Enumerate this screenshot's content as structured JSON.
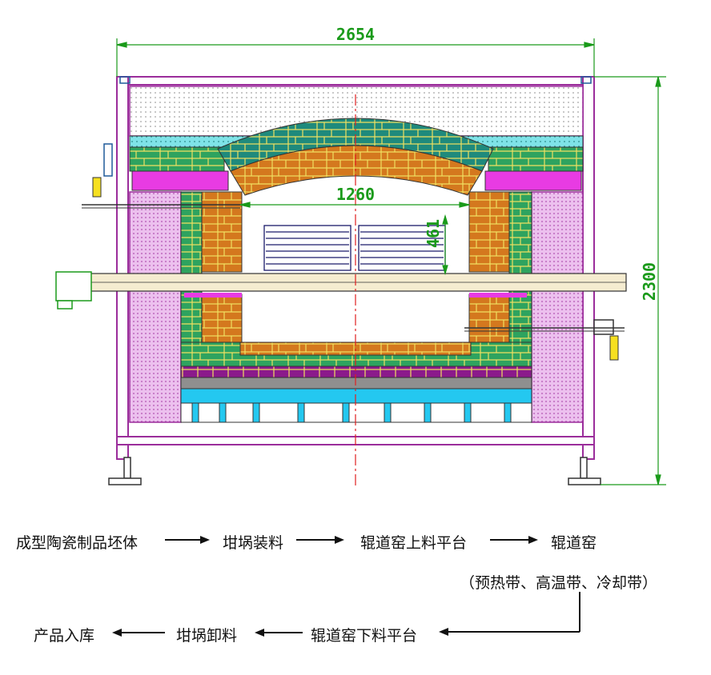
{
  "dimensions": {
    "overall_width": "2654",
    "overall_height": "2300",
    "inner_width": "1260",
    "roller_height": "461"
  },
  "flow": {
    "step1": "成型陶瓷制品坯体",
    "step2": "坩埚装料",
    "step3": "辊道窑上料平台",
    "step4": "辊道窑",
    "step4_note": "（预热带、高温带、冷却带）",
    "step5": "辊道窑下料平台",
    "step6": "坩埚卸料",
    "step7": "产品入库"
  },
  "colors": {
    "frame": "#9b2d9b",
    "insulation": "#e9b8ea",
    "firebrick_orange": "#d4781e",
    "teal_brick": "#1f8a7c",
    "green_brick": "#2ea35f",
    "magenta_band": "#e83be3",
    "purple_band": "#8b1a8b",
    "cyan_base": "#24c8f0",
    "dimension": "#1a9a1a",
    "centerline": "#e02020"
  }
}
